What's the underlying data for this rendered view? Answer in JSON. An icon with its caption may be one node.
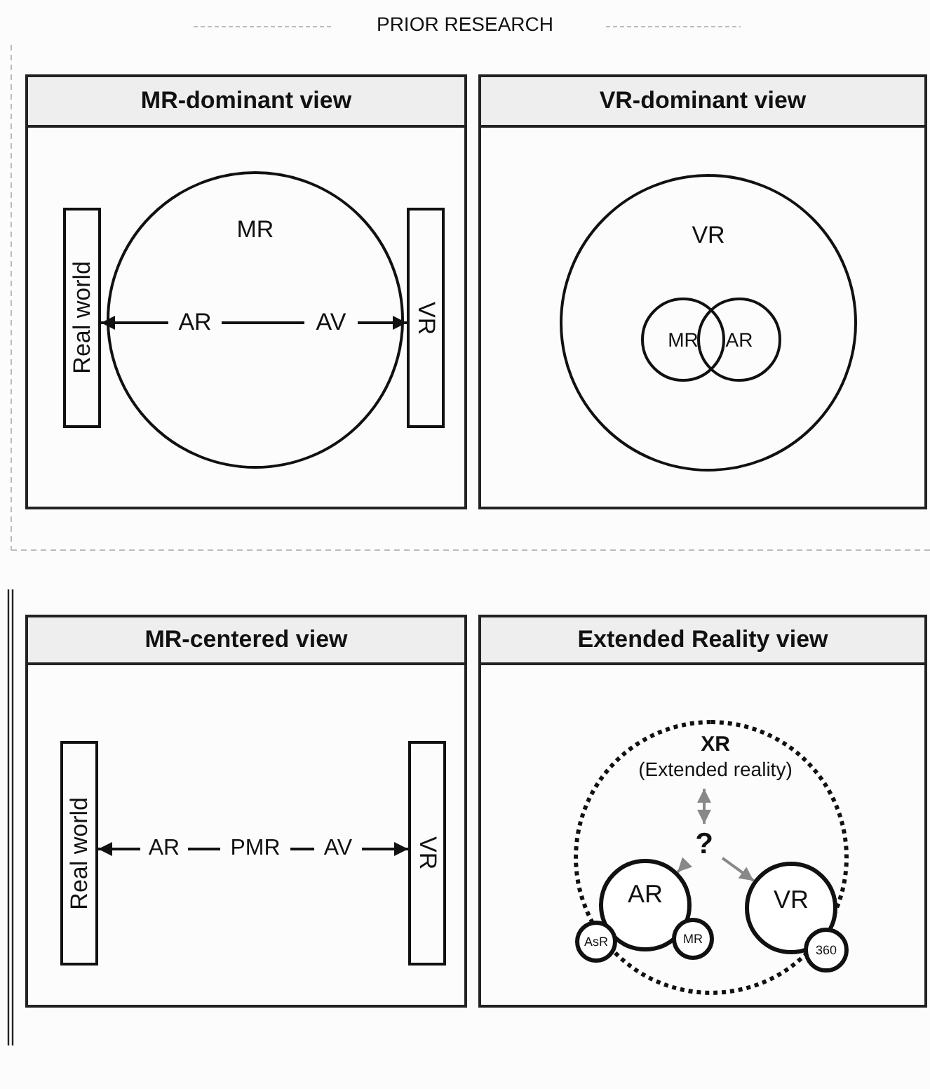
{
  "diagram": {
    "title": "PRIOR RESEARCH",
    "nodes": [
      {
        "text": [
          "MR-dominant view"
        ]
      },
      {
        "text": [
          "Real world"
        ],
        "in": 0
      },
      {
        "text": [
          "MR"
        ],
        "in": 0
      },
      {
        "text": [
          "VR"
        ],
        "in": 0
      },
      {
        "text": [
          "AR"
        ],
        "in": 2
      },
      {
        "text": [
          "AV"
        ],
        "in": 2
      },
      {
        "text": [
          "VR-dominant view"
        ]
      },
      {
        "text": [
          "VR"
        ],
        "in": 6
      },
      {
        "text": [
          "MR"
        ],
        "in": 7
      },
      {
        "text": [
          "AR"
        ],
        "in": 7
      },
      {
        "text": [
          "MR-centered view"
        ]
      },
      {
        "text": [
          "Real world"
        ],
        "in": 10
      },
      {
        "text": [
          "AR"
        ],
        "in": 10
      },
      {
        "text": [
          "PMR"
        ],
        "in": 10
      },
      {
        "text": [
          "AV"
        ],
        "in": 10
      },
      {
        "text": [
          "VR"
        ],
        "in": 10
      },
      {
        "text": [
          "Extended Reality view"
        ]
      },
      {
        "text": [],
        "shape": "circle",
        "in": 16
      },
      {
        "text": [
          "XR",
          "(Extended reality)"
        ],
        "in": 17
      },
      {
        "text": [
          "?"
        ],
        "in": 17
      },
      {
        "text": [
          "AR"
        ],
        "in": 17
      },
      {
        "text": [
          "AsR"
        ],
        "in": 17
      },
      {
        "text": [
          "MR"
        ],
        "in": 17
      },
      {
        "text": [
          "VR"
        ],
        "in": 17
      },
      {
        "text": [
          "360"
        ],
        "in": 17
      }
    ],
    "edges": [
      {
        "from": 4,
        "to": 1,
        "arrow": "to"
      },
      {
        "from": 4,
        "to": 5,
        "arrow": "none"
      },
      {
        "from": 5,
        "to": 3,
        "arrow": "to"
      },
      {
        "from": 12,
        "to": 11,
        "arrow": "to"
      },
      {
        "from": 12,
        "to": 13,
        "arrow": "none"
      },
      {
        "from": 13,
        "to": 14,
        "arrow": "none"
      },
      {
        "from": 14,
        "to": 15,
        "arrow": "to"
      },
      {
        "from": 19,
        "to": 18,
        "arrow": "both",
        "color": "#888888"
      },
      {
        "from": 19,
        "to": 20,
        "arrow": "to",
        "color": "#888888"
      },
      {
        "from": 19,
        "to": 23,
        "arrow": "to",
        "color": "#888888"
      }
    ]
  }
}
